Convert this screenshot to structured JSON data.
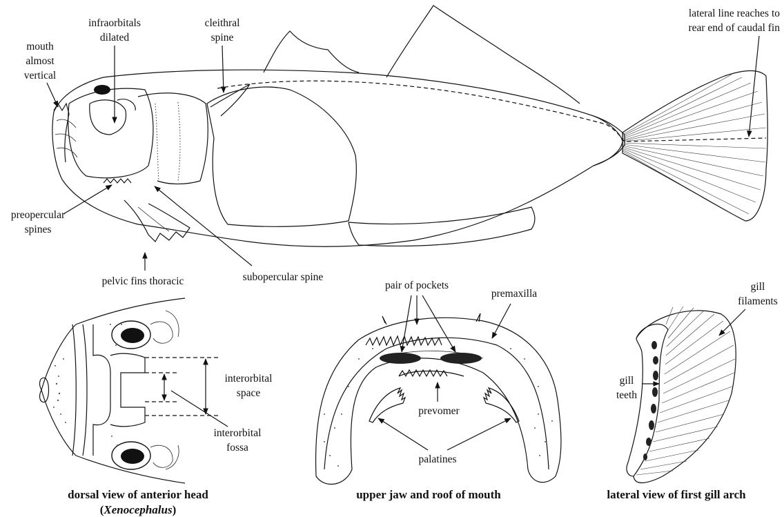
{
  "labels": {
    "mouth": [
      "mouth",
      "almost",
      "vertical"
    ],
    "infraorbitals": [
      "infraorbitals",
      "dilated"
    ],
    "cleithral": [
      "cleithral",
      "spine"
    ],
    "lateral_line": [
      "lateral line reaches to",
      "rear end of caudal fin"
    ],
    "preopercular": [
      "preopercular",
      "spines"
    ],
    "pelvic": "pelvic fins thoracic",
    "subopercular": "subopercular spine",
    "pockets": "pair of pockets",
    "premaxilla": "premaxilla",
    "prevomer": "prevomer",
    "palatines": "palatines",
    "gill_filaments": [
      "gill",
      "filaments"
    ],
    "gill_teeth": [
      "gill",
      "teeth"
    ],
    "interorbital_space": [
      "interorbital",
      "space"
    ],
    "interorbital_fossa": [
      "interorbital",
      "fossa"
    ]
  },
  "captions": {
    "dorsal_line1": "dorsal view of anterior head",
    "dorsal_genus": "Xenocephalus",
    "jaw": "upper jaw and roof of mouth",
    "gill": "lateral view of first gill arch"
  }
}
